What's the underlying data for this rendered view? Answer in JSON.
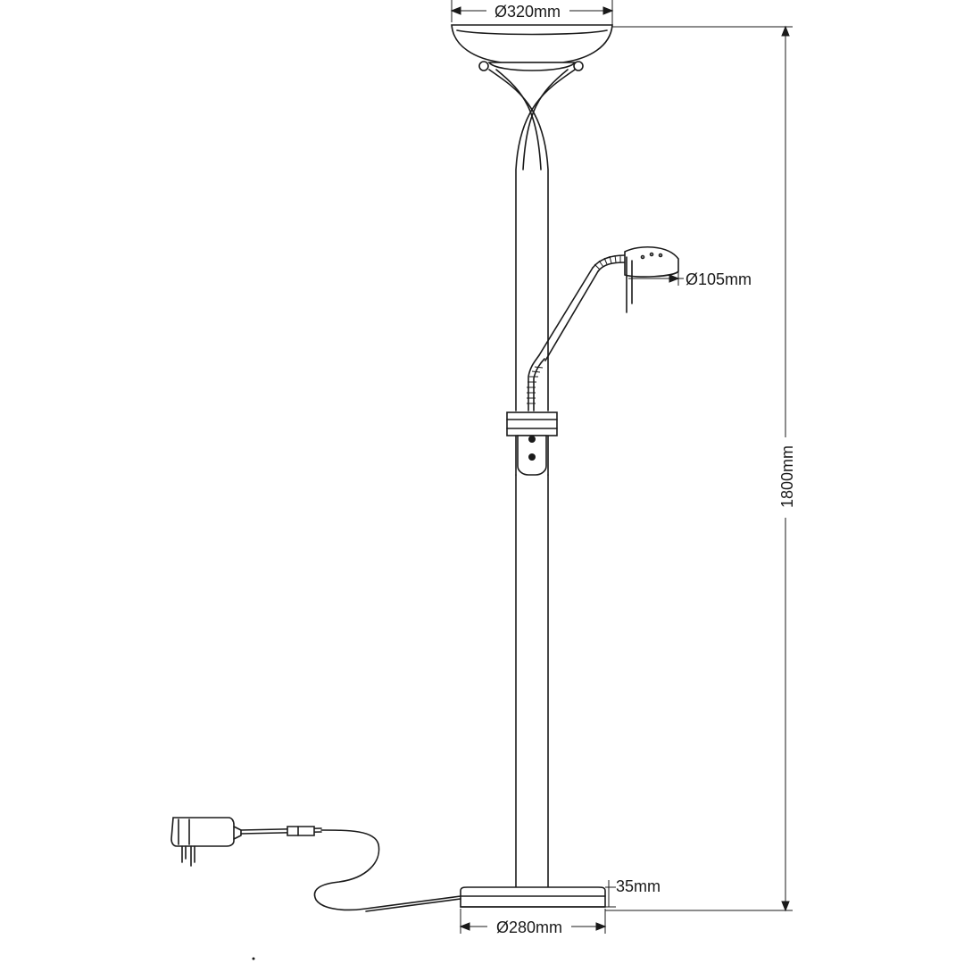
{
  "dimensions": {
    "top_shade_diameter": "Ø320mm",
    "reading_head_diameter": "Ø105mm",
    "total_height": "1800mm",
    "base_height": "35mm",
    "base_diameter": "Ø280mm"
  },
  "colors": {
    "line": "#1a1a1a",
    "background": "#ffffff"
  }
}
